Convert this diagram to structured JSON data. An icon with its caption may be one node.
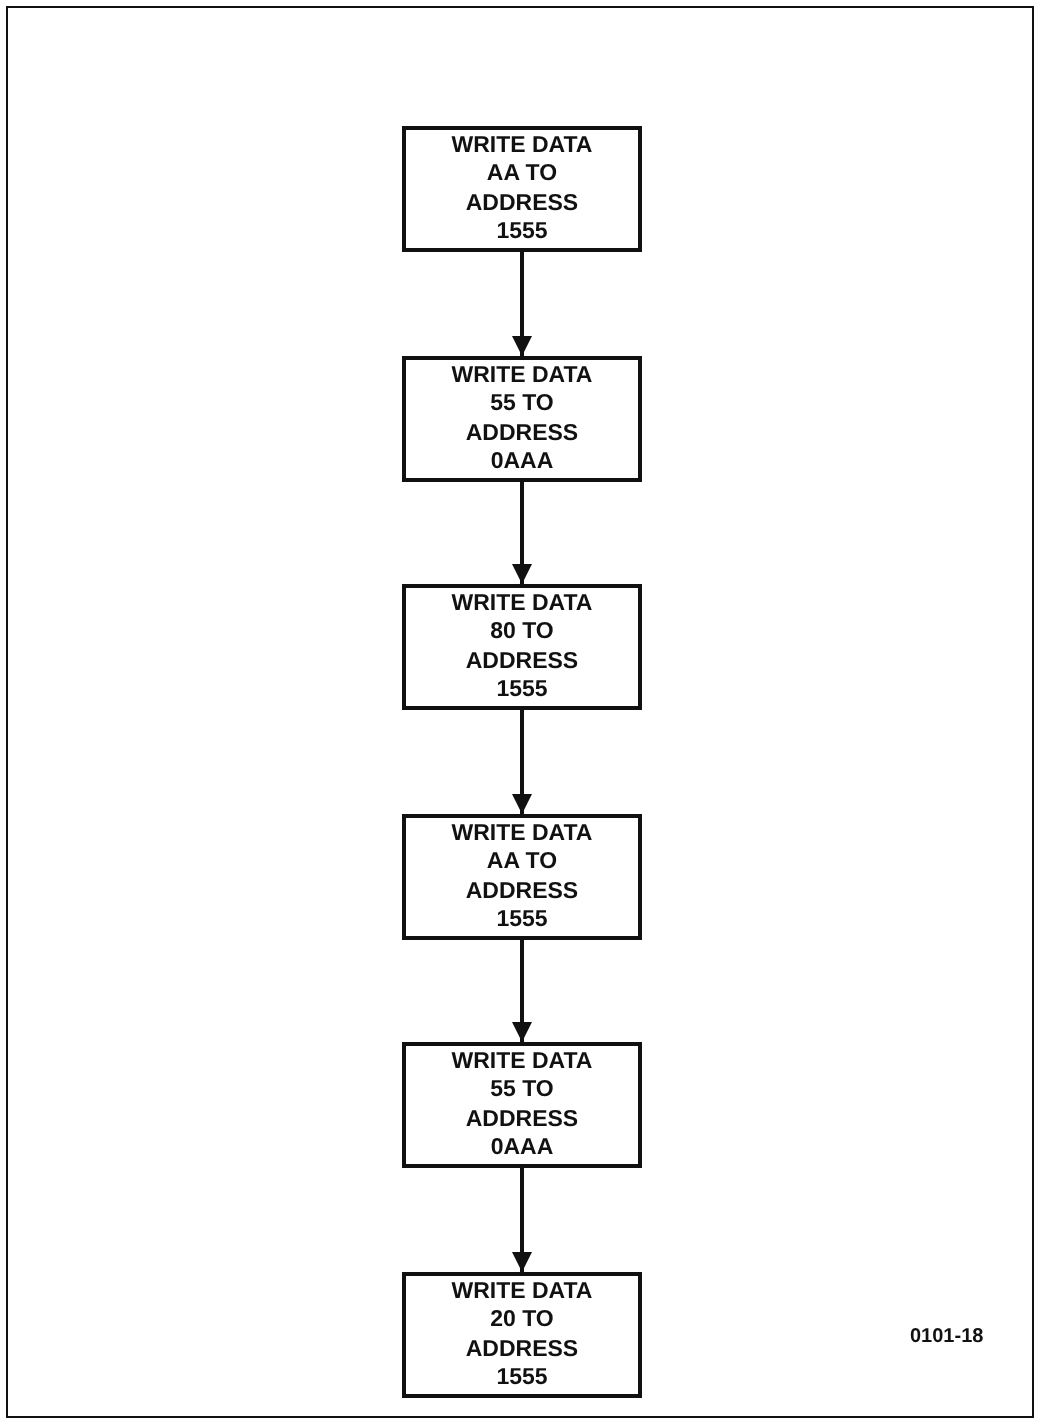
{
  "diagram": {
    "nodes": [
      {
        "text": [
          "WRITE DATA AA TO ADDRESS 1555"
        ]
      },
      {
        "text": [
          "WRITE DATA 55 TO ADDRESS 0AAA"
        ]
      },
      {
        "text": [
          "WRITE DATA 80 TO ADDRESS 1555"
        ]
      },
      {
        "text": [
          "WRITE DATA AA TO ADDRESS 1555"
        ]
      },
      {
        "text": [
          "WRITE DATA 55 TO ADDRESS 0AAA"
        ]
      },
      {
        "text": [
          "WRITE DATA 20 TO ADDRESS 1555"
        ]
      }
    ],
    "edges": [
      {
        "from": 0,
        "to": 1,
        "arrow": "to"
      },
      {
        "from": 1,
        "to": 2,
        "arrow": "to"
      },
      {
        "from": 2,
        "to": 3,
        "arrow": "to"
      },
      {
        "from": 3,
        "to": 4,
        "arrow": "to"
      },
      {
        "from": 4,
        "to": 5,
        "arrow": "to"
      }
    ],
    "labels": [
      "0101-18"
    ]
  }
}
